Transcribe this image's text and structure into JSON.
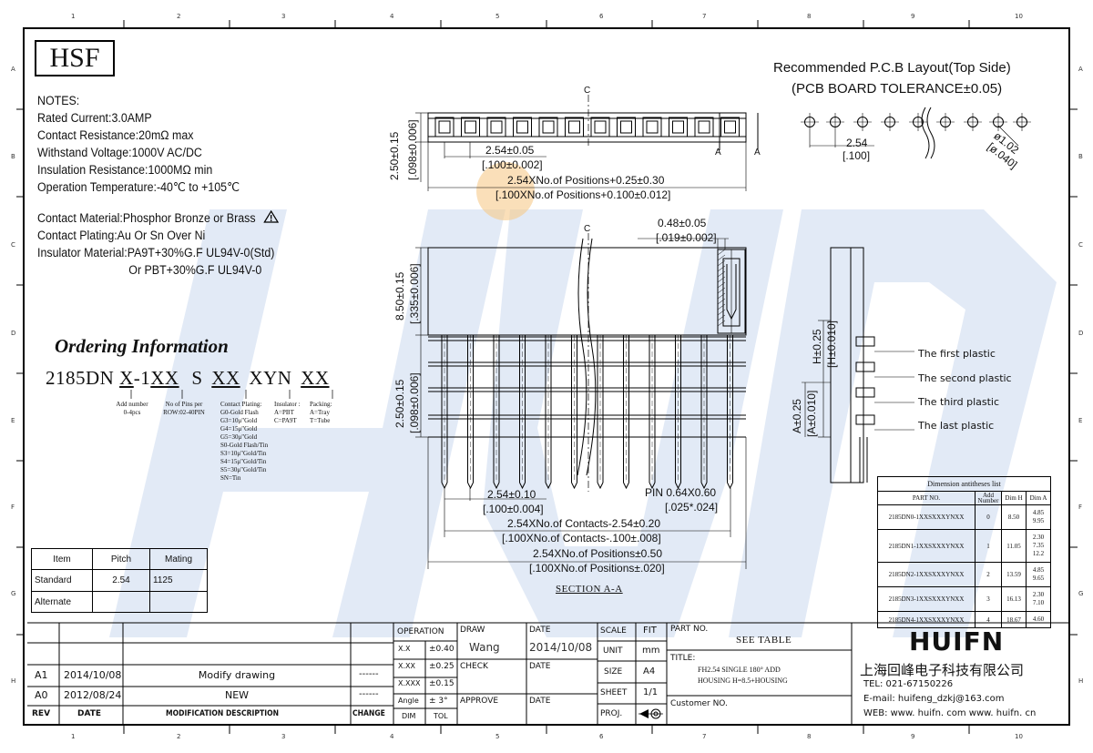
{
  "header": {
    "logo": "HSF"
  },
  "notes": {
    "title": "NOTES:",
    "lines": [
      "Rated Current:3.0AMP",
      "Contact Resistance:20mΩ max",
      "Withstand Voltage:1000V AC/DC",
      "Insulation Resistance:1000MΩ min",
      "Operation Temperature:-40℃ to +105℃"
    ],
    "material_lines": [
      "Contact Material:Phosphor Bronze or Brass",
      "Contact Plating:Au Or Sn Over Ni",
      "Insulator Material:PA9T+30%G.F UL94V-0(Std)",
      "Or PBT+30%G.F UL94V-0"
    ],
    "warning_icon": "warning-triangle-icon"
  },
  "ordering": {
    "title": "Ordering Information",
    "code_parts": [
      "2185DN",
      "X",
      "-",
      "1",
      "XX",
      "S",
      "XX",
      "X",
      "YN",
      "XX"
    ],
    "callouts": {
      "add_number": [
        "Add number",
        "0-4pcs"
      ],
      "pins": [
        "No of Pins per",
        "ROW:02-40PIN"
      ],
      "plating": [
        "Contact Plating:",
        "G0-Gold Flash",
        "G3=10μ\"Gold",
        "G4=15μ\"Gold",
        "G5=30μ\"Gold",
        "S0-Gold Flash/Tin",
        "S3=10μ\"Gold/Tin",
        "S4=15μ\"Gold/Tin",
        "S5=30μ\"Gold/Tin",
        "SN=Tin"
      ],
      "insulator": [
        "Insulator :",
        "A=PBT",
        "C=PA9T"
      ],
      "packing": [
        "Packing:",
        "A=Tray",
        "T=Tube"
      ]
    }
  },
  "spec_table": {
    "headers": [
      "Item",
      "Pitch",
      "Mating"
    ],
    "rows": [
      [
        "Standard",
        "2.54",
        "1125"
      ],
      [
        "Alternate",
        "",
        ""
      ]
    ]
  },
  "top_view": {
    "center_mark": "C",
    "section_mark": "A",
    "dim_pitch": "2.54±0.05",
    "dim_pitch_in": "[.100±0.002]",
    "dim_total": "2.54XNo.of Positions+0.25±0.30",
    "dim_total_in": "[.100XNo.of Positions+0.100±0.012]",
    "dim_height": "2.50±0.15",
    "dim_height_in": "[.098±0.006]"
  },
  "pcb": {
    "title1": "Recommended P.C.B Layout(Top Side)",
    "title2": "(PCB BOARD TOLERANCE±0.05)",
    "pitch": "2.54",
    "pitch_in": "[.100]",
    "hole": "ø1.02",
    "hole_in": "[ø.040]"
  },
  "section": {
    "center_mark": "C",
    "dim_contact_w": "0.48±0.05",
    "dim_contact_w_in": "[.019±0.002]",
    "dim_body_h": "8.50±0.15",
    "dim_body_h_in": "[.335±0.006]",
    "dim_tail": "2.50±0.15",
    "dim_tail_in": "[.098±0.006]",
    "dim_pitch": "2.54±0.10",
    "dim_pitch_in": "[.100±0.004]",
    "dim_pin": "PIN 0.64X0.60",
    "dim_pin_in": "[.025*.024]",
    "dim_contacts": "2.54XNo.of Contacts-2.54±0.20",
    "dim_contacts_in": "[.100XNo.of Contacts-.100±.008]",
    "dim_positions": "2.54XNo.of Positions±0.50",
    "dim_positions_in": "[.100XNo.of Positions±.020]",
    "title": "SECTION A-A"
  },
  "side_view": {
    "dim_h": "H±0.25",
    "dim_h_in": "[H±0.010]",
    "dim_a": "A±0.25",
    "dim_a_in": "[A±0.010]",
    "labels": [
      "The first plastic",
      "The second plastic",
      "The third plastic",
      "The last plastic"
    ]
  },
  "dim_list": {
    "title": "Dimension antitheses list",
    "headers": [
      "PART NO.",
      "Add Number",
      "Dim H",
      "Dim A"
    ],
    "rows": [
      {
        "part": "2185DN0-1XXSXXXYNXX",
        "add": "0",
        "h": "8.50",
        "a": [
          "4.85",
          "9.95"
        ]
      },
      {
        "part": "2185DN1-1XXSXXXYNXX",
        "add": "1",
        "h": "11.05",
        "a": [
          "2.30",
          "7.35",
          "12.2"
        ]
      },
      {
        "part": "2185DN2-1XXSXXXYNXX",
        "add": "2",
        "h": "13.59",
        "a": [
          "4.85",
          "9.65"
        ]
      },
      {
        "part": "2185DN3-1XXSXXXYNXX",
        "add": "3",
        "h": "16.13",
        "a": [
          "2.30",
          "7.10"
        ]
      },
      {
        "part": "2185DN4-1XXSXXXYNXX",
        "add": "4",
        "h": "18.67",
        "a": [
          "4.60"
        ]
      }
    ]
  },
  "title_block": {
    "rev_rows": [
      {
        "rev": "A1",
        "date": "2014/10/08",
        "desc": "Modify drawing",
        "change": "------"
      },
      {
        "rev": "A0",
        "date": "2012/08/24",
        "desc": "NEW",
        "change": "------"
      }
    ],
    "rev_headers": [
      "REV",
      "DATE",
      "MODIFICATION DESCRIPTION",
      "CHANGE"
    ],
    "operation": "OPERATION",
    "tol": [
      [
        "X.X",
        "±0.40"
      ],
      [
        "X.XX",
        "±0.25"
      ],
      [
        "X.XXX",
        "±0.15"
      ],
      [
        "Angle",
        "± 3°"
      ]
    ],
    "tol_footer": [
      "DIM",
      "TOL"
    ],
    "draw_label": "DRAW",
    "draw_name": "Wang",
    "check_label": "CHECK",
    "approve_label": "APPROVE",
    "date_label": "DATE",
    "draw_date": "2014/10/08",
    "scale_label": "SCALE",
    "scale_val": "FIT",
    "unit_label": "UNIT",
    "unit_val": "mm",
    "size_label": "SIZE",
    "size_val": "A4",
    "sheet_label": "SHEET",
    "sheet_val": "1/1",
    "proj_label": "PROJ.",
    "part_no_label": "PART NO.",
    "part_no_val": "SEE TABLE",
    "title_label": "TITLE:",
    "title_val1": "FH2.54 SINGLE 180° ADD",
    "title_val2": "HOUSING H=8.5+HOUSING",
    "customer_label": "Customer NO.",
    "company_logo": "HUIFN",
    "company_cn": "上海回峰电子科技有限公司",
    "tel": "TEL: 021-67150226",
    "email": "E-mail: huifeng_dzkj@163.com",
    "web": "WEB: www. huifn. com  www. huifn. cn"
  },
  "zones_h": [
    "1",
    "2",
    "3",
    "4",
    "5",
    "6",
    "7",
    "8",
    "9",
    "10"
  ],
  "zones_v": [
    "A",
    "B",
    "C",
    "D",
    "E",
    "F",
    "G",
    "H"
  ],
  "watermark": "HUIFN",
  "colors": {
    "line": "#000000",
    "watermark": "#3a6fc0",
    "accent_dot": "#f4c27a"
  }
}
